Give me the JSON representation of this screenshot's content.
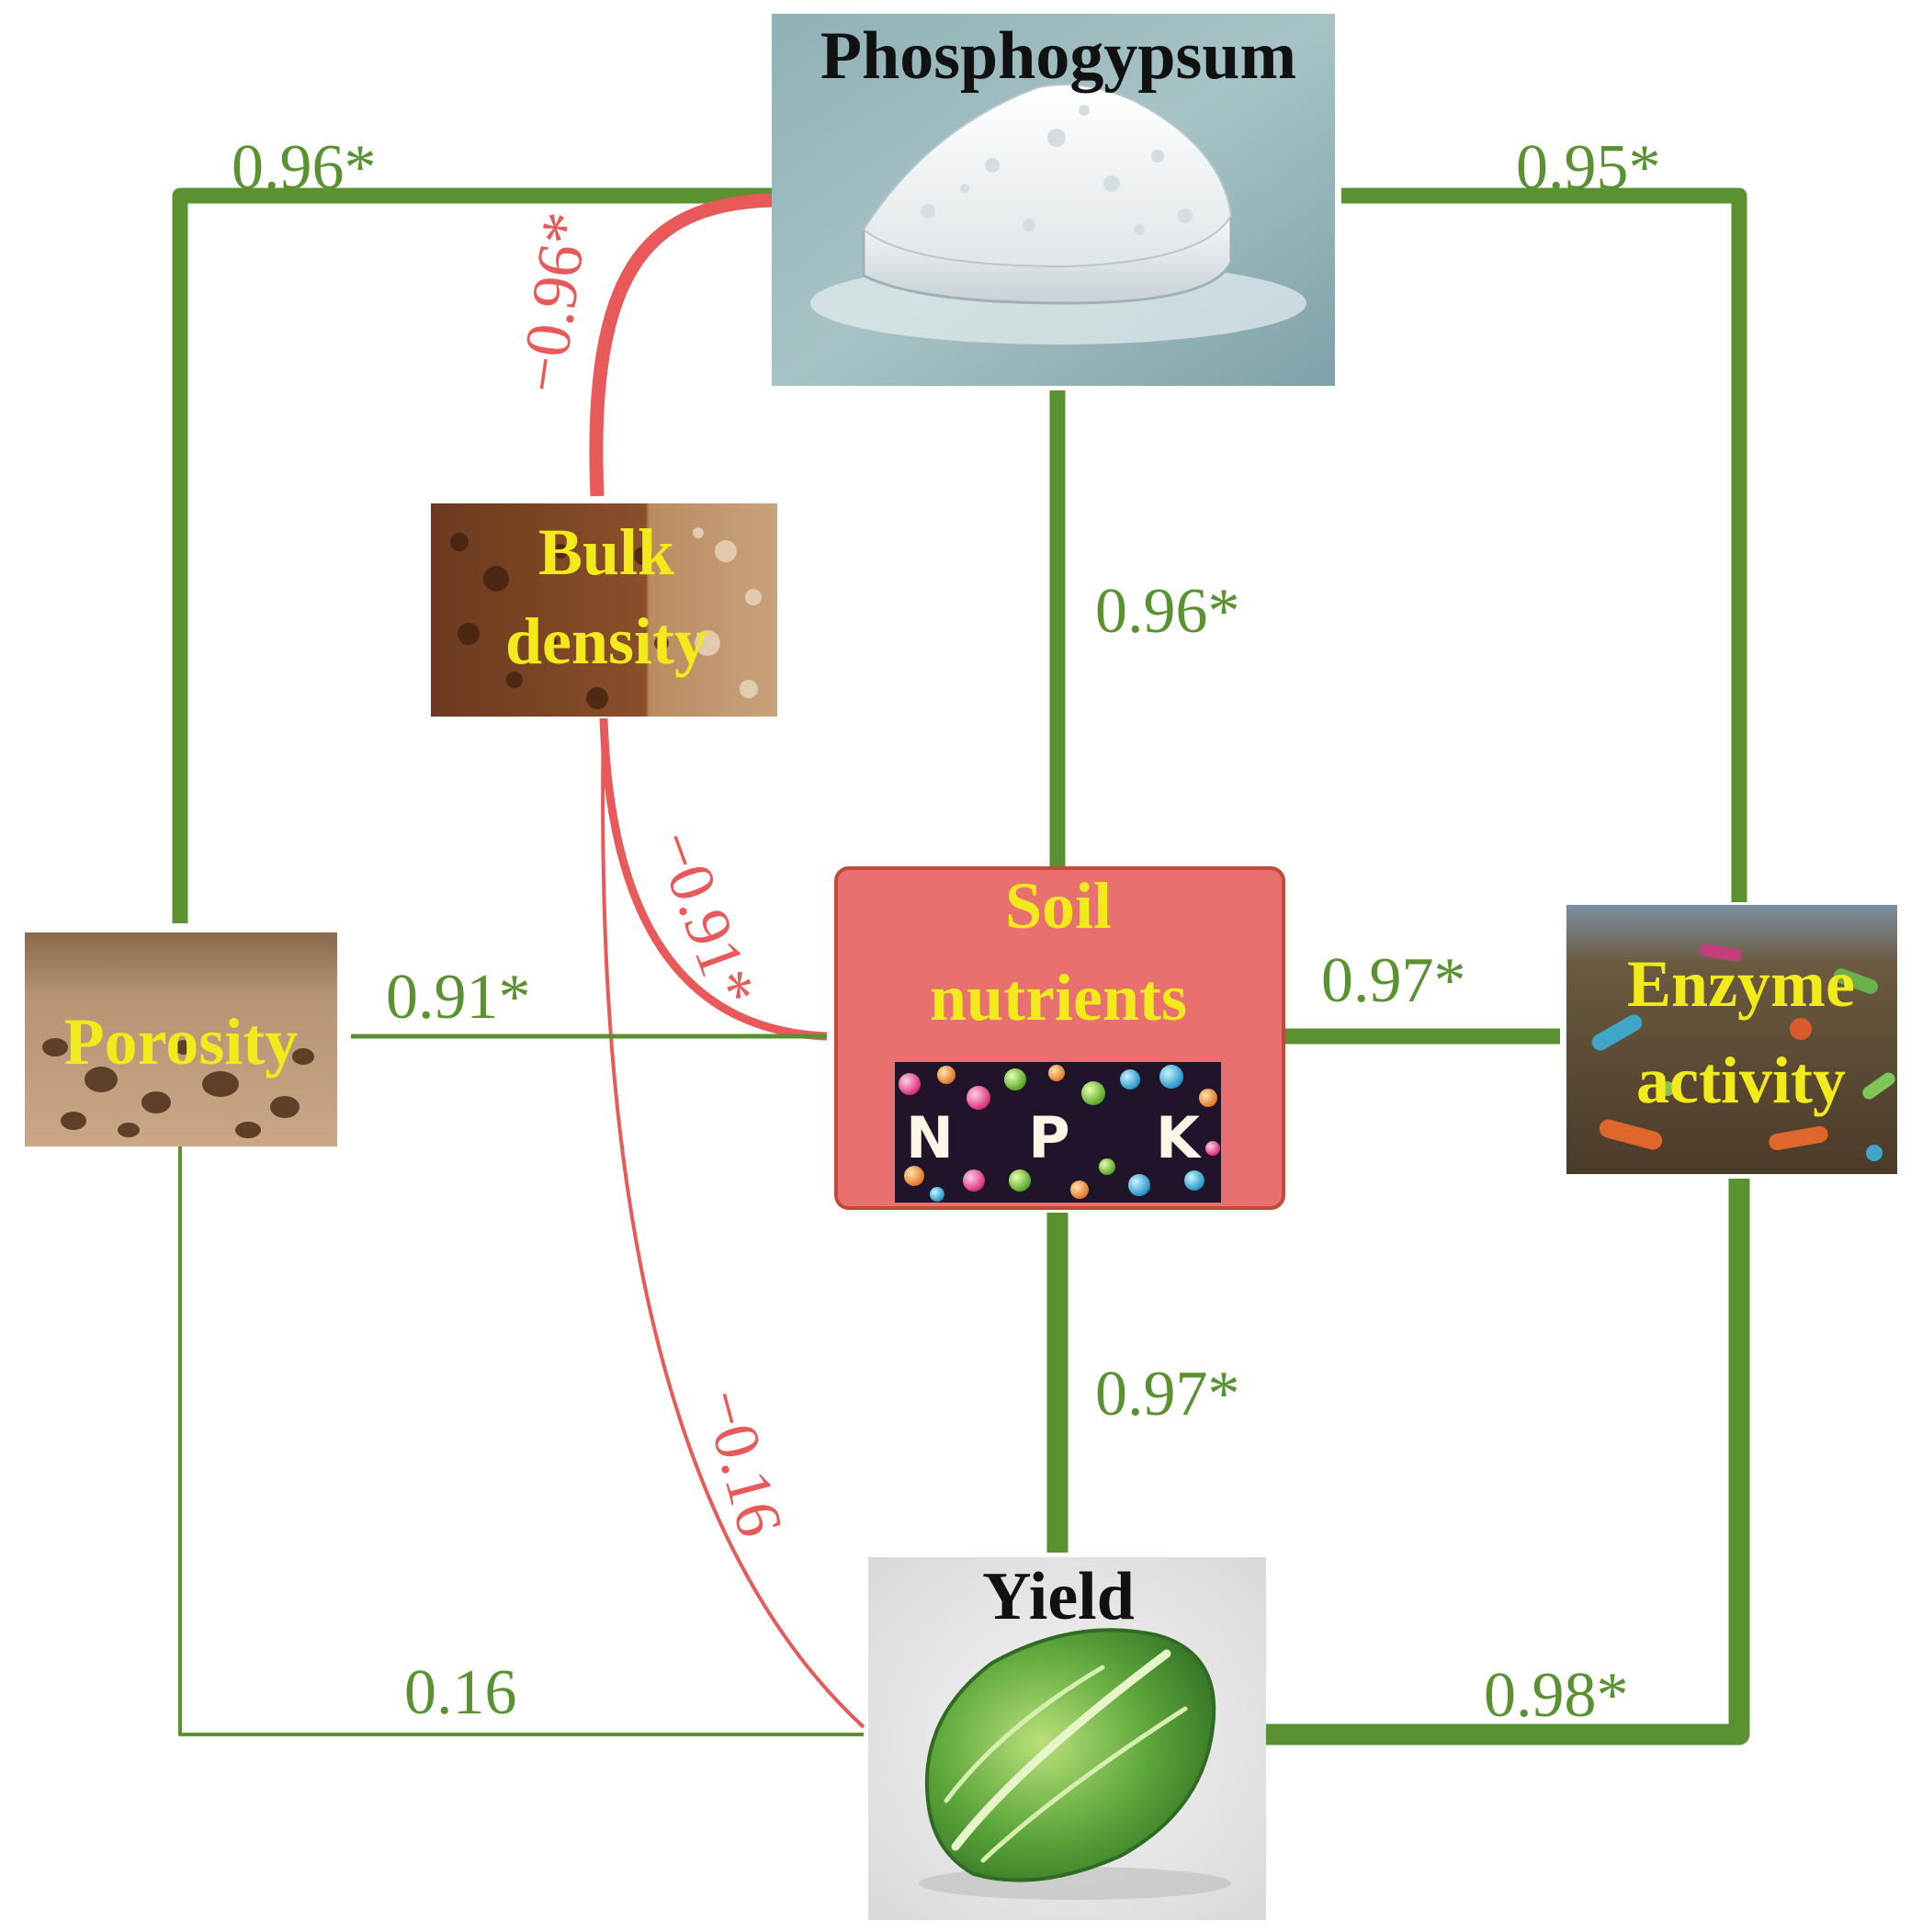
{
  "nodes": {
    "phosphogypsum": {
      "title": "Phosphogypsum"
    },
    "bulk_density": {
      "line1": "Bulk",
      "line2": "density"
    },
    "porosity": {
      "title": "Porosity"
    },
    "soil_nutrients": {
      "line1": "Soil",
      "line2": "nutrients",
      "npk": [
        "N",
        "P",
        "K"
      ]
    },
    "enzyme_activity": {
      "line1": "Enzyme",
      "line2": "activity"
    },
    "yield": {
      "title": "Yield"
    }
  },
  "paths": {
    "phosphogypsum_to_porosity": "0.96*",
    "phosphogypsum_to_bulk_density": "−0.96*",
    "phosphogypsum_to_soil_nutrients": "0.96*",
    "phosphogypsum_to_enzyme_activity": "0.95*",
    "bulk_density_to_soil_nutrients": "−0.91*",
    "bulk_density_to_yield": "−0.16",
    "porosity_to_soil_nutrients": "0.91*",
    "porosity_to_yield": "0.16",
    "soil_nutrients_to_enzyme_activity": "0.97*",
    "soil_nutrients_to_yield": "0.97*",
    "enzyme_activity_to_yield": "0.98*"
  },
  "colors": {
    "positive": "#5a9231",
    "negative": "#e85a5a",
    "node_title_dark": "#111111",
    "node_title_yellow": "#f2ea1a",
    "soil_box_fill": "#e8706e"
  },
  "icons": {
    "phosphogypsum": "powder-pile-image",
    "bulk_density": "soil-texture-image",
    "porosity": "porous-soil-image",
    "enzyme_activity": "soil-microbes-image",
    "yield": "cabbage-image",
    "npk": "fertilizer-beads-image"
  }
}
